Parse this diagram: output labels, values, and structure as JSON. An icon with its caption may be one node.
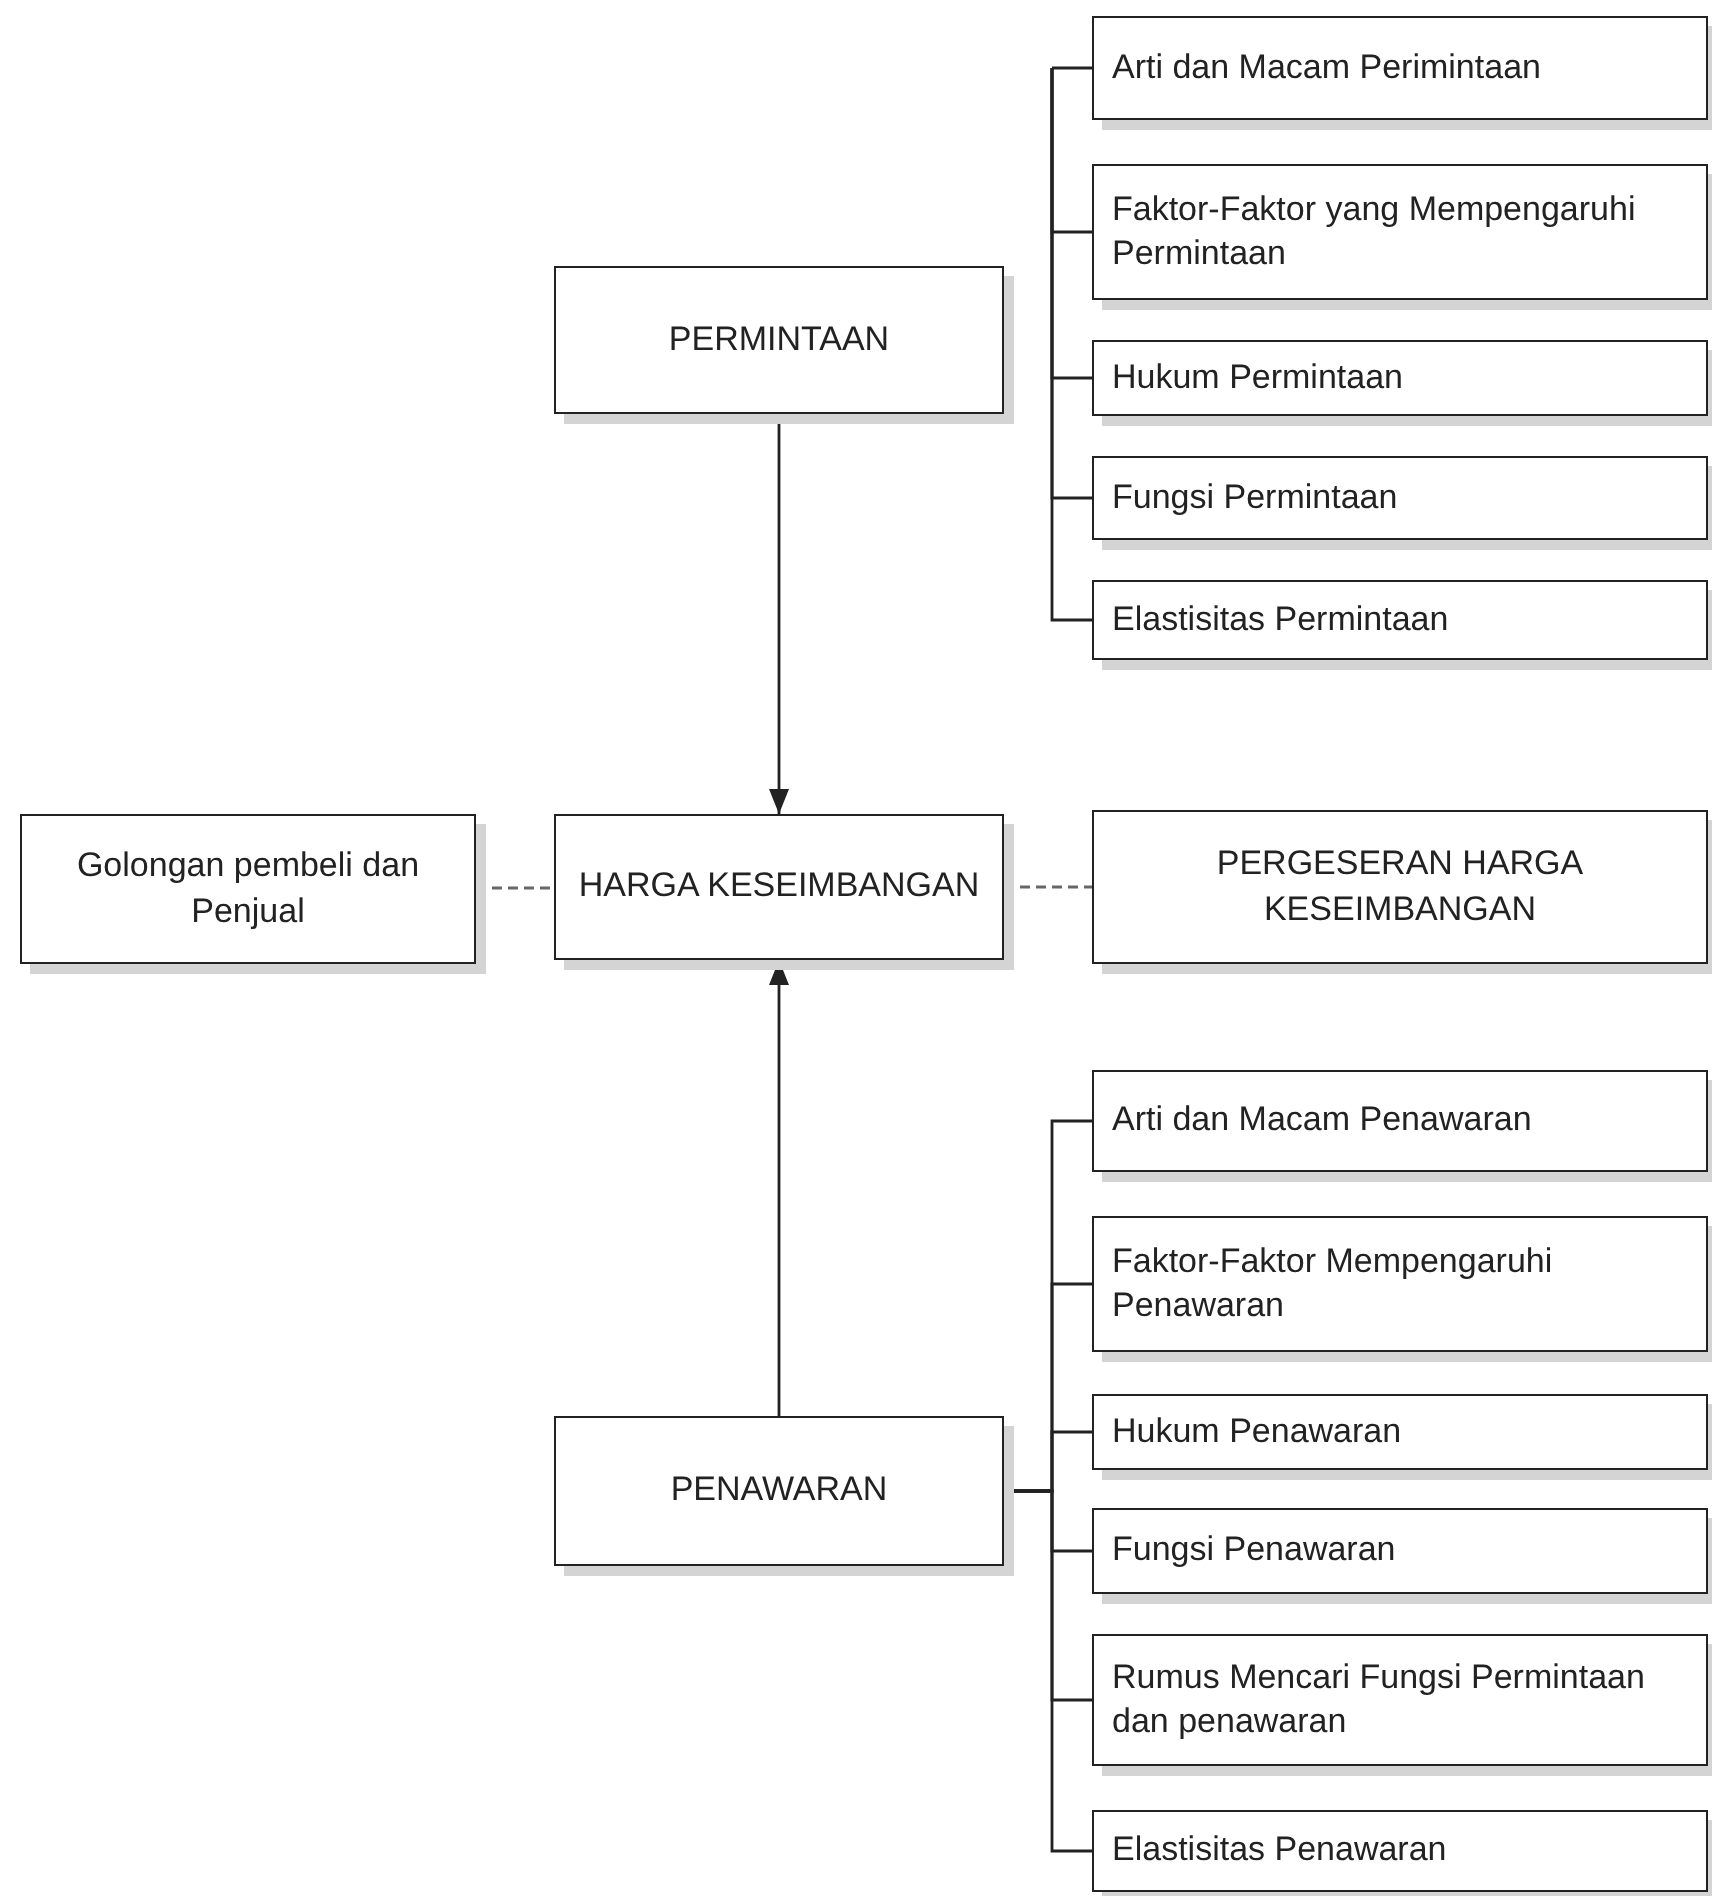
{
  "diagram": {
    "nodes": [
      {
        "text": [
          "PERMINTAAN"
        ]
      },
      {
        "text": [
          "Arti dan Macam Perimintaan"
        ]
      },
      {
        "text": [
          "Faktor-Faktor yang Mempengaruhi Permintaan"
        ]
      },
      {
        "text": [
          "Hukum Permintaan"
        ]
      },
      {
        "text": [
          "Fungsi Permintaan"
        ]
      },
      {
        "text": [
          "Elastisitas Permintaan"
        ]
      },
      {
        "text": [
          "Golongan pembeli dan Penjual"
        ]
      },
      {
        "text": [
          "HARGA KESEIMBANGAN"
        ]
      },
      {
        "text": [
          "PERGESERAN HARGA KESEIMBANGAN"
        ]
      },
      {
        "text": [
          "PENAWARAN"
        ]
      },
      {
        "text": [
          "Arti dan Macam Penawaran"
        ]
      },
      {
        "text": [
          "Faktor-Faktor Mempengaruhi Penawaran"
        ]
      },
      {
        "text": [
          "Hukum Penawaran"
        ]
      },
      {
        "text": [
          "Fungsi Penawaran"
        ]
      },
      {
        "text": [
          "Rumus Mencari Fungsi Permintaan dan penawaran"
        ]
      },
      {
        "text": [
          "Elastisitas Penawaran"
        ]
      }
    ],
    "edges": [
      {
        "from": 0,
        "to": 7,
        "arrow": "to"
      },
      {
        "from": 9,
        "to": 7,
        "arrow": "to"
      },
      {
        "from": 6,
        "to": 7,
        "arrow": "none",
        "style": "dashed"
      },
      {
        "from": 7,
        "to": 8,
        "arrow": "none",
        "style": "dashed"
      },
      {
        "from": null,
        "to": 1,
        "arrow": "none"
      },
      {
        "from": null,
        "to": 2,
        "arrow": "none"
      },
      {
        "from": null,
        "to": 3,
        "arrow": "none"
      },
      {
        "from": null,
        "to": 4,
        "arrow": "none"
      },
      {
        "from": null,
        "to": 5,
        "arrow": "none"
      },
      {
        "from": 9,
        "to": 10,
        "arrow": "none"
      },
      {
        "from": 9,
        "to": 11,
        "arrow": "none"
      },
      {
        "from": 9,
        "to": 12,
        "arrow": "none"
      },
      {
        "from": 9,
        "to": 13,
        "arrow": "none"
      },
      {
        "from": 9,
        "to": 14,
        "arrow": "none"
      },
      {
        "from": 9,
        "to": 15,
        "arrow": "none"
      }
    ]
  }
}
